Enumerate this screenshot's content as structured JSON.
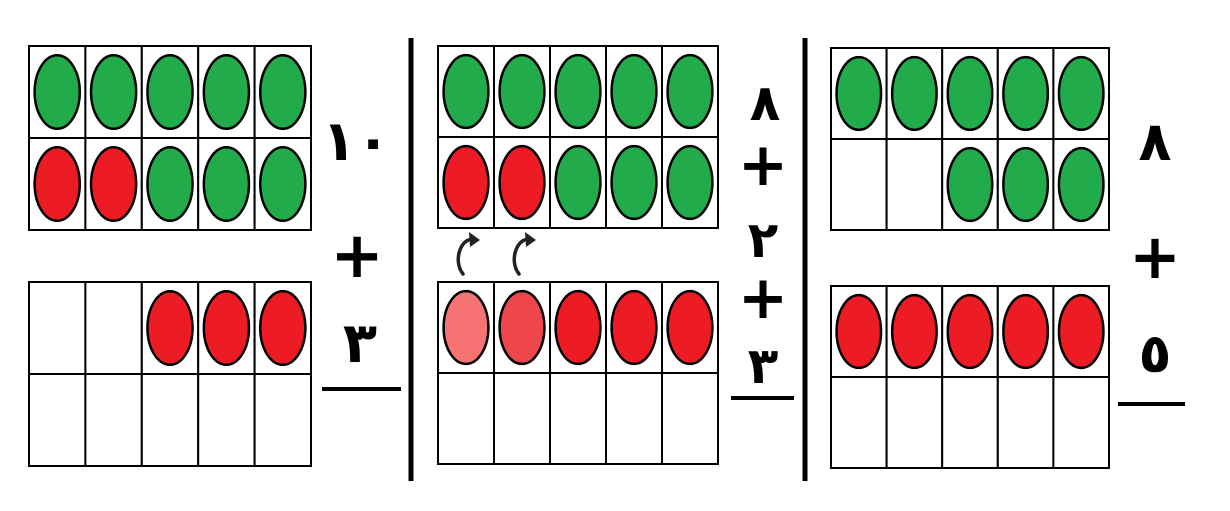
{
  "colors": {
    "green": "#22ab4b",
    "red": "#ed1c24",
    "light_red": "#f87474",
    "mid_red": "#ef464c",
    "grid_line": "#000000",
    "divider": "#000000"
  },
  "panels": [
    {
      "id": "left",
      "top_frame": [
        [
          "green",
          "green",
          "green",
          "green",
          "green"
        ],
        [
          "red",
          "red",
          "green",
          "green",
          "green"
        ]
      ],
      "bottom_frame": [
        [
          "empty",
          "empty",
          "red",
          "red",
          "red"
        ],
        [
          "empty",
          "empty",
          "empty",
          "empty",
          "empty"
        ]
      ],
      "expression": [
        "١٠",
        "+",
        "٣"
      ]
    },
    {
      "id": "middle",
      "top_frame": [
        [
          "green",
          "green",
          "green",
          "green",
          "green"
        ],
        [
          "red",
          "red",
          "green",
          "green",
          "green"
        ]
      ],
      "bottom_frame": [
        [
          "light_red",
          "mid_red",
          "red",
          "red",
          "red"
        ],
        [
          "empty",
          "empty",
          "empty",
          "empty",
          "empty"
        ]
      ],
      "move_arrows": 2,
      "expression": [
        "٨",
        "+",
        "٢",
        "+",
        "٣"
      ]
    },
    {
      "id": "right",
      "top_frame": [
        [
          "green",
          "green",
          "green",
          "green",
          "green"
        ],
        [
          "empty",
          "empty",
          "green",
          "green",
          "green"
        ]
      ],
      "bottom_frame": [
        [
          "red",
          "red",
          "red",
          "red",
          "red"
        ],
        [
          "empty",
          "empty",
          "empty",
          "empty",
          "empty"
        ]
      ],
      "expression": [
        "٨",
        "+",
        "٥"
      ]
    }
  ]
}
